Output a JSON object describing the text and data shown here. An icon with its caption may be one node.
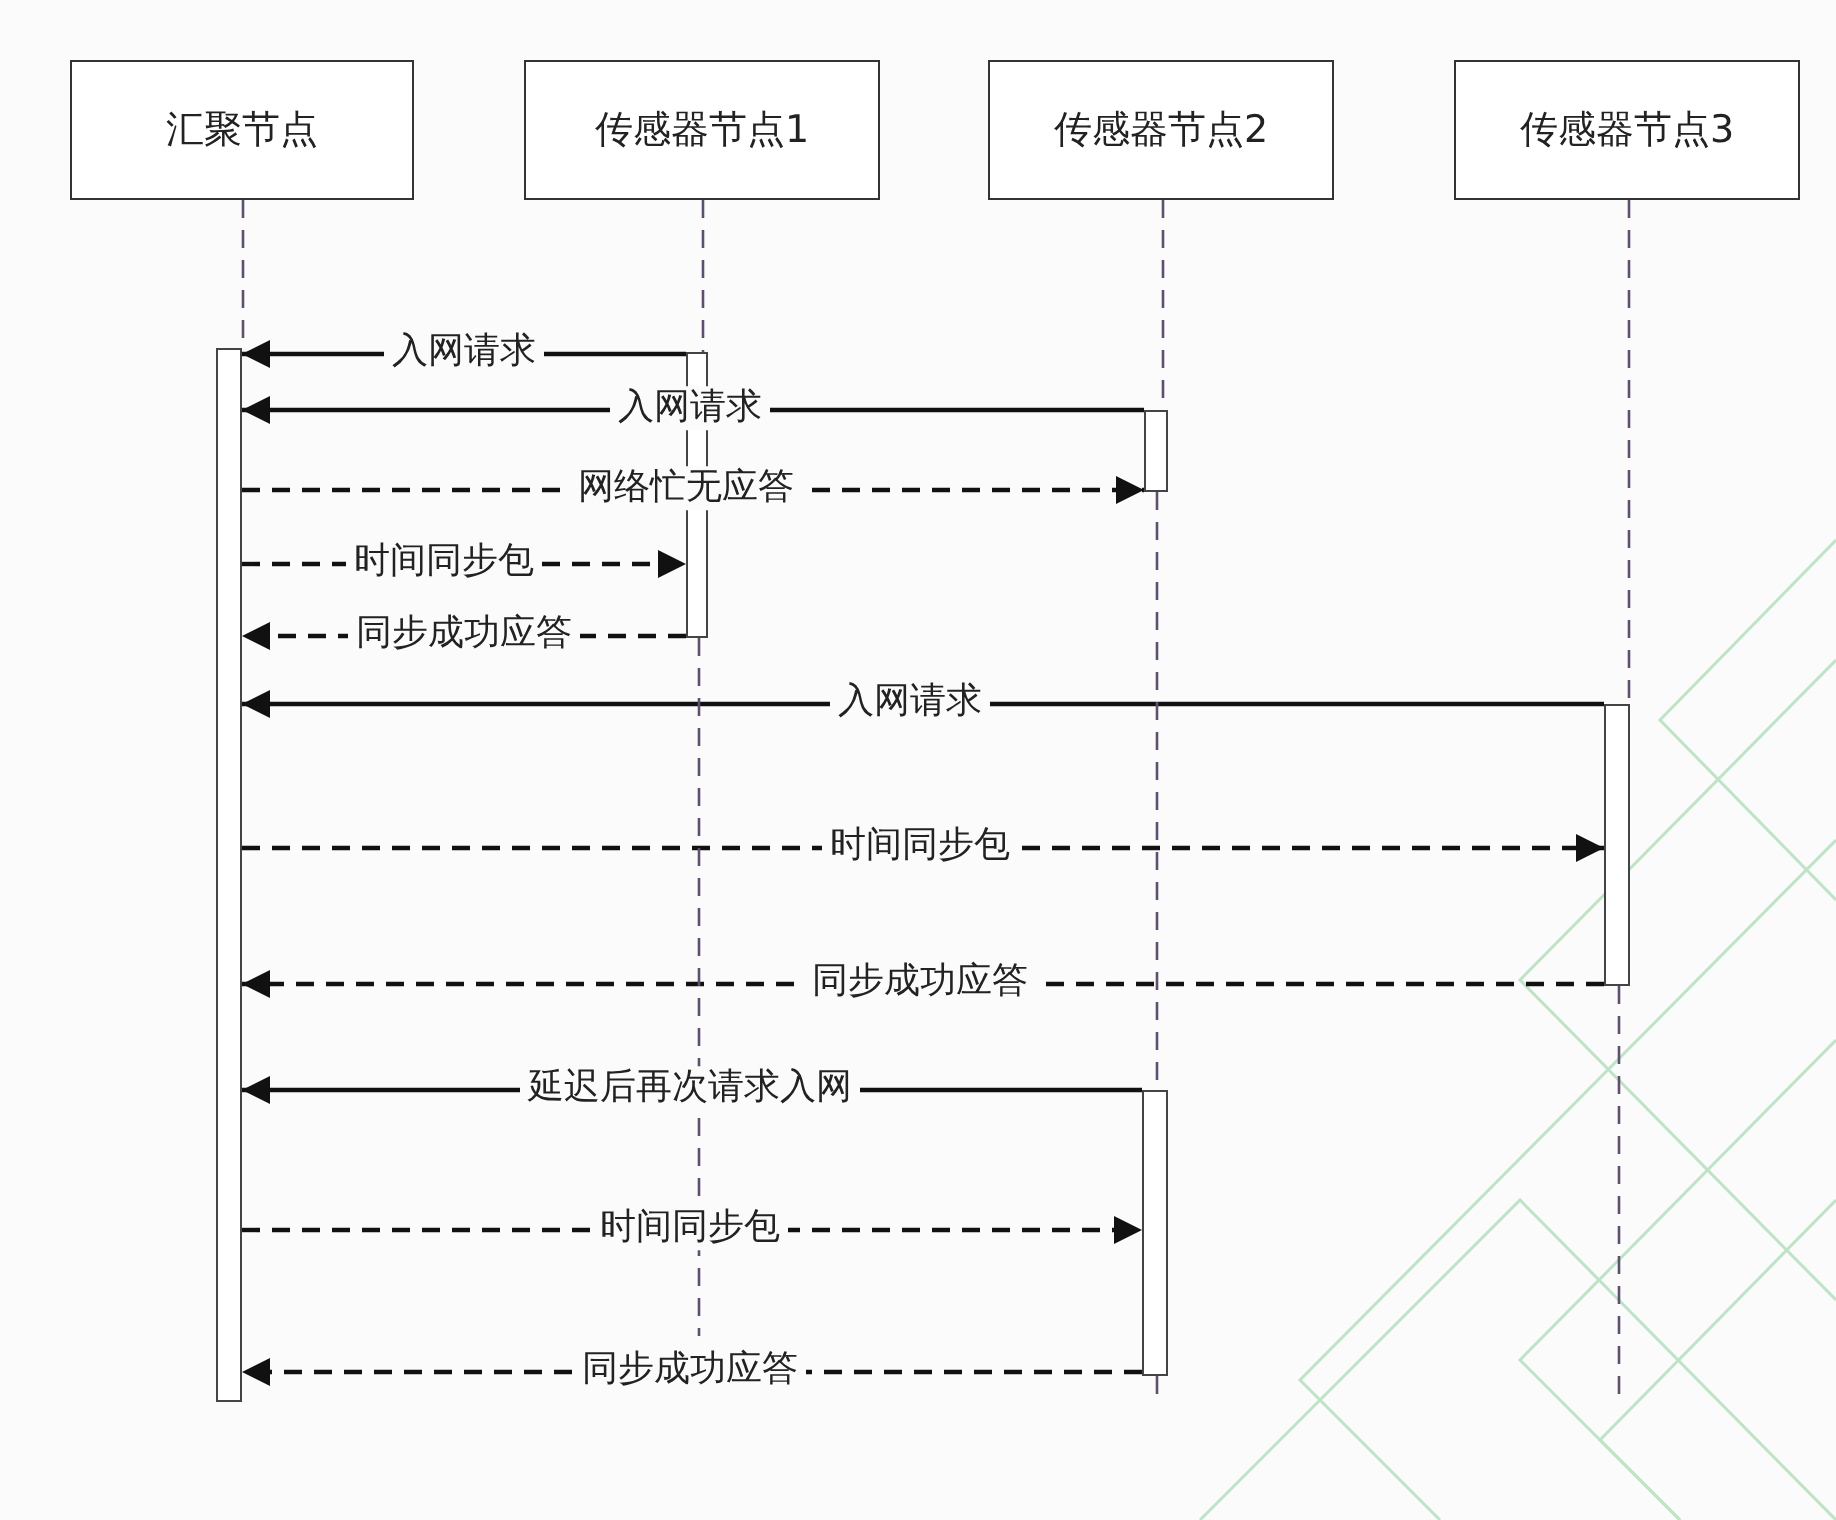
{
  "diagram": {
    "nodes": [
      {
        "text": [
          "汇聚节点"
        ]
      },
      {
        "text": [
          "传感器节点1"
        ]
      },
      {
        "text": [
          "传感器节点2"
        ]
      },
      {
        "text": [
          "传感器节点3"
        ]
      },
      {
        "text": [],
        "shape": "bar"
      },
      {
        "text": [],
        "shape": "bar"
      },
      {
        "text": [],
        "shape": "bar"
      },
      {
        "text": [],
        "shape": "bar"
      },
      {
        "text": [],
        "shape": "bar"
      }
    ],
    "edges": [
      {
        "from": 5,
        "to": 4,
        "arrow": "to",
        "label": "入网请求"
      },
      {
        "from": 6,
        "to": 4,
        "arrow": "to",
        "label": "入网请求"
      },
      {
        "from": 4,
        "to": 6,
        "arrow": "to",
        "label": "网络忙无应答",
        "style": "dashed"
      },
      {
        "from": 4,
        "to": 5,
        "arrow": "to",
        "label": "时间同步包",
        "style": "dashed"
      },
      {
        "from": 5,
        "to": 4,
        "arrow": "to",
        "label": "同步成功应答",
        "style": "dashed"
      },
      {
        "from": 7,
        "to": 4,
        "arrow": "to",
        "label": "入网请求"
      },
      {
        "from": 4,
        "to": 7,
        "arrow": "to",
        "label": "时间同步包",
        "style": "dashed"
      },
      {
        "from": 7,
        "to": 4,
        "arrow": "to",
        "label": "同步成功应答",
        "style": "dashed"
      },
      {
        "from": 8,
        "to": 4,
        "arrow": "to",
        "label": "延迟后再次请求入网"
      },
      {
        "from": 4,
        "to": 8,
        "arrow": "to",
        "label": "时间同步包",
        "style": "dashed"
      },
      {
        "from": 8,
        "to": 4,
        "arrow": "to",
        "label": "同步成功应答",
        "style": "dashed"
      },
      {
        "from": 0,
        "to": 4,
        "arrow": "none",
        "style": "dashed",
        "color": "#5e4f6e"
      },
      {
        "from": 1,
        "to": 5,
        "arrow": "none",
        "style": "dashed",
        "color": "#5e4f6e"
      },
      {
        "from": 5,
        "to": null,
        "arrow": "none",
        "style": "dashed",
        "color": "#5e4f6e"
      },
      {
        "from": 2,
        "to": 6,
        "arrow": "none",
        "style": "dashed",
        "color": "#5e4f6e"
      },
      {
        "from": 6,
        "to": 8,
        "arrow": "none",
        "style": "dashed",
        "color": "#5e4f6e"
      },
      {
        "from": 8,
        "to": null,
        "arrow": "none",
        "style": "dashed",
        "color": "#5e4f6e"
      },
      {
        "from": 3,
        "to": 7,
        "arrow": "none",
        "style": "dashed",
        "color": "#5e4f6e"
      },
      {
        "from": 7,
        "to": null,
        "arrow": "none",
        "style": "dashed",
        "color": "#5e4f6e"
      }
    ]
  }
}
